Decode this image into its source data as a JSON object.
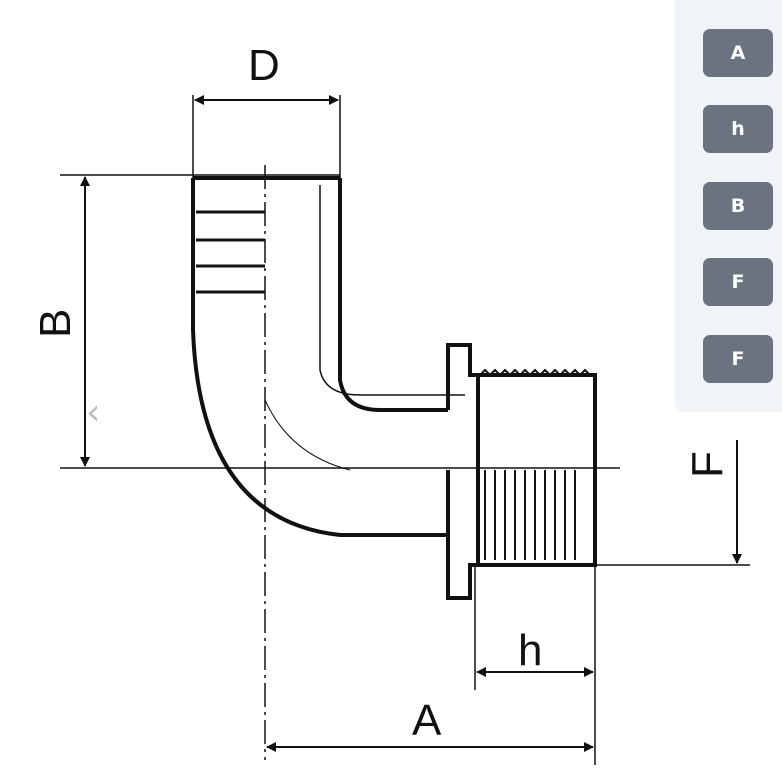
{
  "drawing": {
    "labels": {
      "D": "D",
      "B": "B",
      "F": "F",
      "h": "h",
      "A": "A"
    }
  },
  "panel": {
    "buttons": [
      {
        "label": "A"
      },
      {
        "label": "h"
      },
      {
        "label": "B"
      },
      {
        "label": "F"
      },
      {
        "label": "F"
      }
    ]
  },
  "nav": {
    "prev_icon": "chevron-left-icon"
  }
}
